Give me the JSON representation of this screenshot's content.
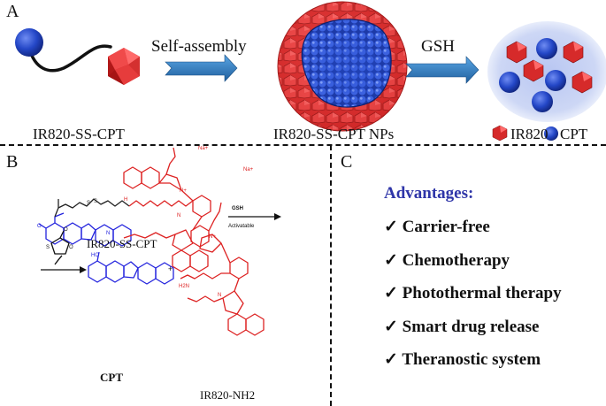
{
  "panel_a": {
    "label": "A",
    "arrow1_label": "Self-assembly",
    "arrow2_label": "GSH",
    "caption_molecule": "IR820-SS-CPT",
    "caption_nps": "IR820-SS-CPT NPs",
    "legend": [
      {
        "icon": "red-icosahedron",
        "label": "IR820"
      },
      {
        "icon": "blue-sphere",
        "label": "CPT"
      }
    ]
  },
  "panel_b": {
    "label": "B",
    "reaction_top_label": "GSH",
    "reaction_bottom_label": "Activatable",
    "compound_prodrug": "IR820-SS-CPT",
    "compound_cpt": "CPT",
    "compound_ir820": "IR820-NH2",
    "plus": "+",
    "atoms": {
      "na": "Na+",
      "n_plus": "N+",
      "s": "S",
      "o": "O",
      "h": "H",
      "n": "N",
      "nh": "N",
      "ho": "HO",
      "h2n": "H2N",
      "o_minus": "O-"
    }
  },
  "panel_c": {
    "label": "C",
    "title": "Advantages:",
    "items": [
      "✓ Carrier-free",
      "✓ Chemotherapy",
      "✓ Photothermal therapy",
      "✓ Smart drug release",
      "✓ Theranostic system"
    ]
  },
  "colors": {
    "ir820_red": "#e02020",
    "cpt_blue": "#2020e0",
    "sphere_blue": "#2a4fd0",
    "arrow_blue": "#2f7fc4",
    "title_blue": "#2e35a8",
    "cloud": "#c9d3f3"
  }
}
